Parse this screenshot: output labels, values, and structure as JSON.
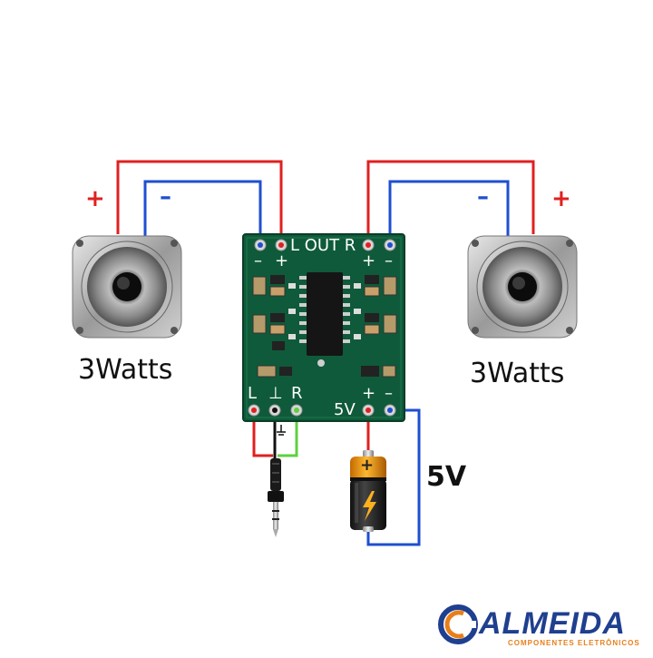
{
  "speakers": {
    "left": {
      "label": "3Watts",
      "plus": "+",
      "minus": "–"
    },
    "right": {
      "label": "3Watts",
      "plus": "+",
      "minus": "–"
    }
  },
  "module": {
    "out_label": "L OUT R",
    "out_left_pins": [
      "–",
      "+"
    ],
    "out_right_pins": [
      "+",
      "–"
    ],
    "input_labels": [
      "L",
      "⊥",
      "R"
    ],
    "power_label": "5V",
    "power_pins": [
      "+",
      "–"
    ]
  },
  "battery": {
    "label": "5V",
    "plus": "+"
  },
  "logo": {
    "name": "ALMEIDA",
    "tagline": "COMPONENTES ELETRÔNICOS"
  },
  "colors": {
    "positive_wire": "#e02020",
    "negative_wire": "#1f4fd0",
    "ground_wire": "#111111",
    "right_input_wire": "#5fd040",
    "pcb": "#0f5a3a",
    "logo_blue": "#1f3f8f",
    "logo_orange": "#e87f1a"
  }
}
